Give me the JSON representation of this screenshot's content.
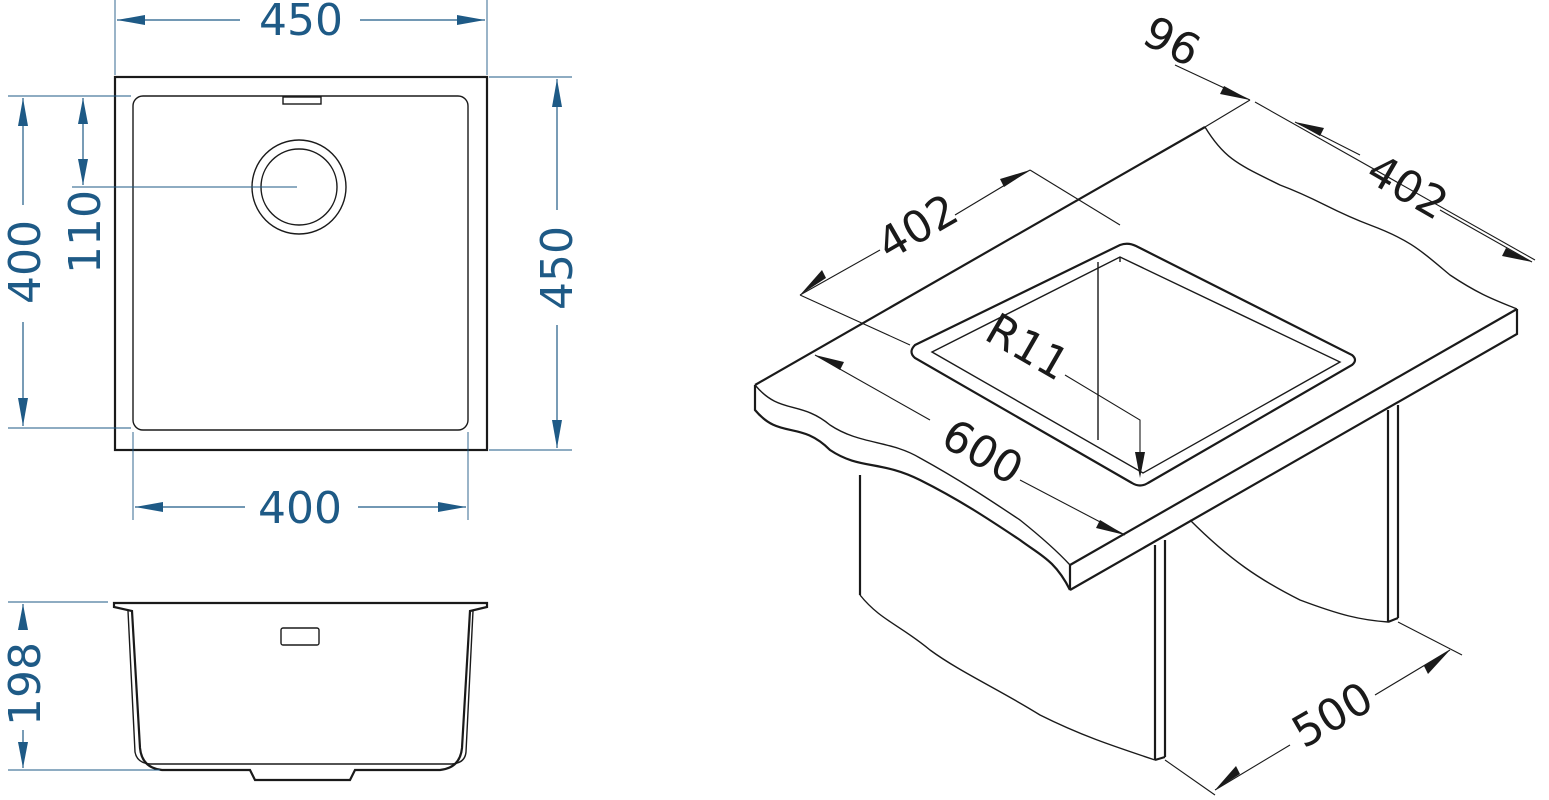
{
  "plan_view": {
    "outer_width": "450",
    "inner_width": "400",
    "outer_depth": "450",
    "inner_depth": "400",
    "drain_offset": "110"
  },
  "section_view": {
    "bowl_depth": "198"
  },
  "isometric_view": {
    "rim_offset": "96",
    "cutout_width": "402",
    "cutout_depth": "402",
    "corner_radius": "R11",
    "worktop_depth": "600",
    "cabinet_width": "500"
  },
  "colors": {
    "outline": "#1a1a1a",
    "dimension": "#1e5a86"
  }
}
